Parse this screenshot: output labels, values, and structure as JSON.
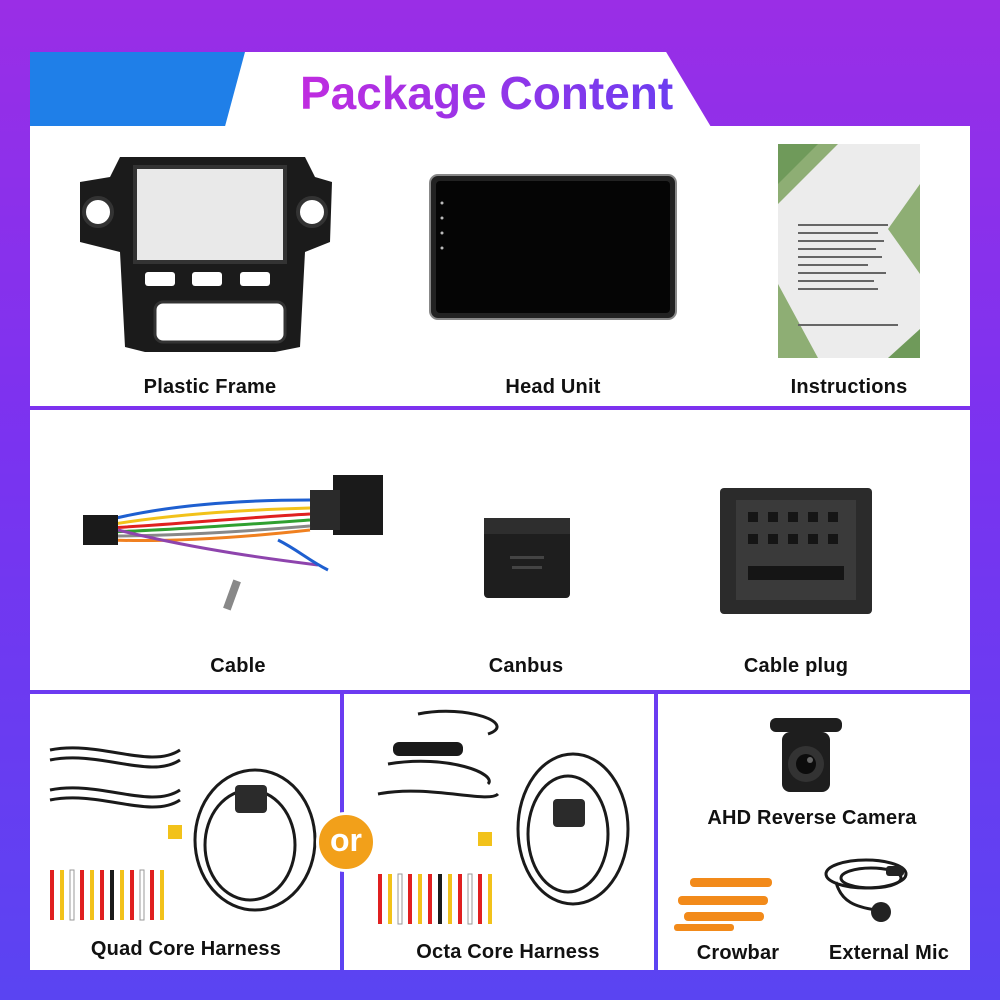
{
  "title": "Package Content",
  "items": {
    "plastic_frame": "Plastic Frame",
    "head_unit": "Head Unit",
    "instructions": "Instructions",
    "cable": "Cable",
    "canbus": "Canbus",
    "cable_plug": "Cable plug",
    "quad_core_harness": "Quad Core Harness",
    "or": "or",
    "octa_core_harness": "Octa Core Harness",
    "ahd_reverse_camera": "AHD Reverse Camera",
    "crowbar": "Crowbar",
    "external_mic": "External Mic"
  },
  "colors": {
    "accent_blue": "#1f7fe8",
    "title_gradient_start": "#c02ce0",
    "title_gradient_end": "#6c3df0",
    "or_badge": "#f2a01a",
    "crowbar_orange": "#f28a1a"
  }
}
